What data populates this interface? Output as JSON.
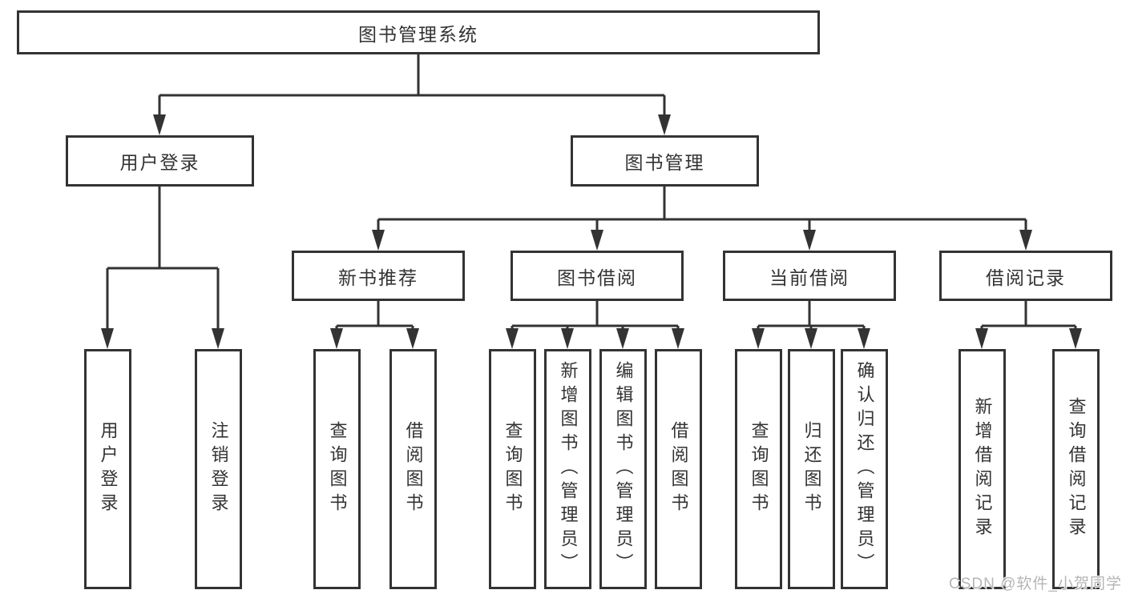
{
  "colors": {
    "line": "#333333",
    "box_border": "#333333",
    "text": "#333333",
    "watermark": "#b5b5b5",
    "background": "#ffffff"
  },
  "watermark": {
    "text": "CSDN @软件_小贺同学"
  },
  "tree": {
    "root": {
      "label": "图书管理系统",
      "children": [
        {
          "label": "用户登录",
          "children": [
            {
              "label": "用户登录"
            },
            {
              "label": "注销登录"
            }
          ]
        },
        {
          "label": "图书管理",
          "children": [
            {
              "label": "新书推荐",
              "children": [
                {
                  "label": "查询图书"
                },
                {
                  "label": "借阅图书"
                }
              ]
            },
            {
              "label": "图书借阅",
              "children": [
                {
                  "label": "查询图书"
                },
                {
                  "label": "新增图书（管理员）"
                },
                {
                  "label": "编辑图书（管理员）"
                },
                {
                  "label": "借阅图书"
                }
              ]
            },
            {
              "label": "当前借阅",
              "children": [
                {
                  "label": "查询图书"
                },
                {
                  "label": "归还图书"
                },
                {
                  "label": "确认归还（管理员）"
                }
              ]
            },
            {
              "label": "借阅记录",
              "children": [
                {
                  "label": "新增借阅记录"
                },
                {
                  "label": "查询借阅记录"
                }
              ]
            }
          ]
        }
      ]
    }
  }
}
